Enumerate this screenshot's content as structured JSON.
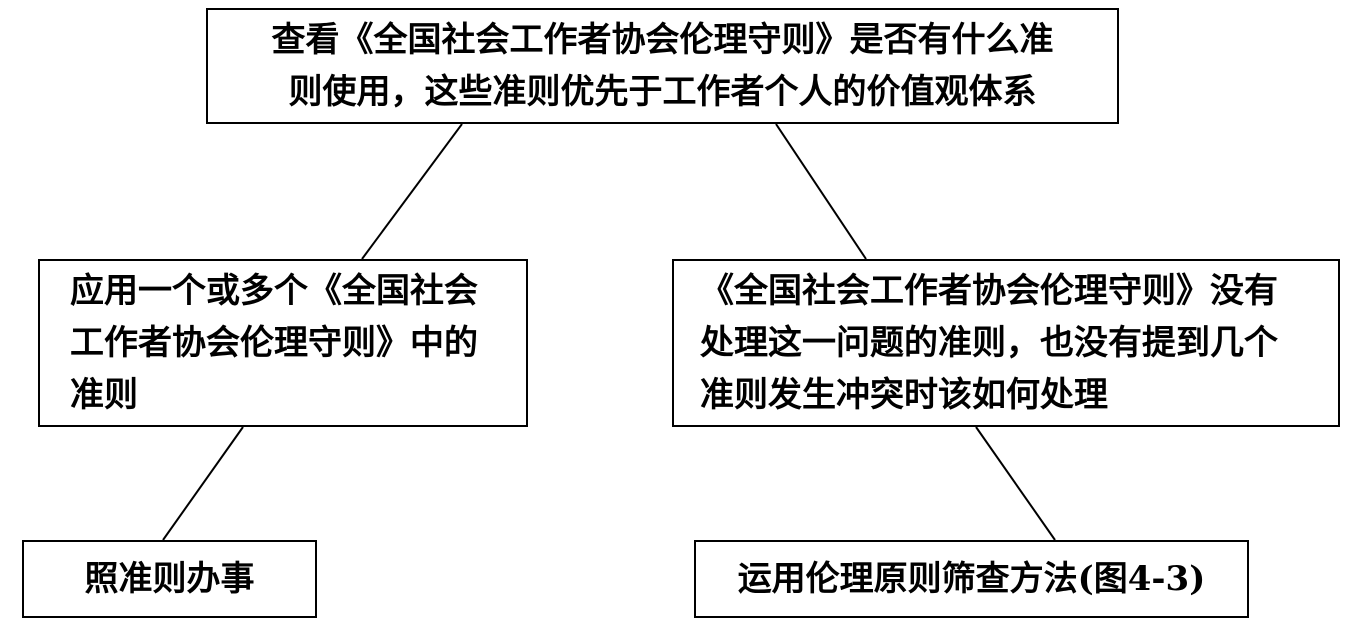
{
  "diagram": {
    "root": {
      "lines": [
        "查看《全国社会工作者协会伦理守则》是否有什么准",
        "则使用，这些准则优先于工作者个人的价值观体系"
      ]
    },
    "left": {
      "lines": [
        "应用一个或多个《全国社会",
        "工作者协会伦理守则》中的",
        "准则"
      ]
    },
    "right": {
      "lines": [
        "《全国社会工作者协会伦理守则》没有",
        "处理这一问题的准则，也没有提到几个",
        "准则发生冲突时该如何处理"
      ]
    },
    "left_leaf": {
      "label": "照准则办事"
    },
    "right_leaf": {
      "label": "运用伦理原则筛查方法(图4-3)"
    }
  }
}
